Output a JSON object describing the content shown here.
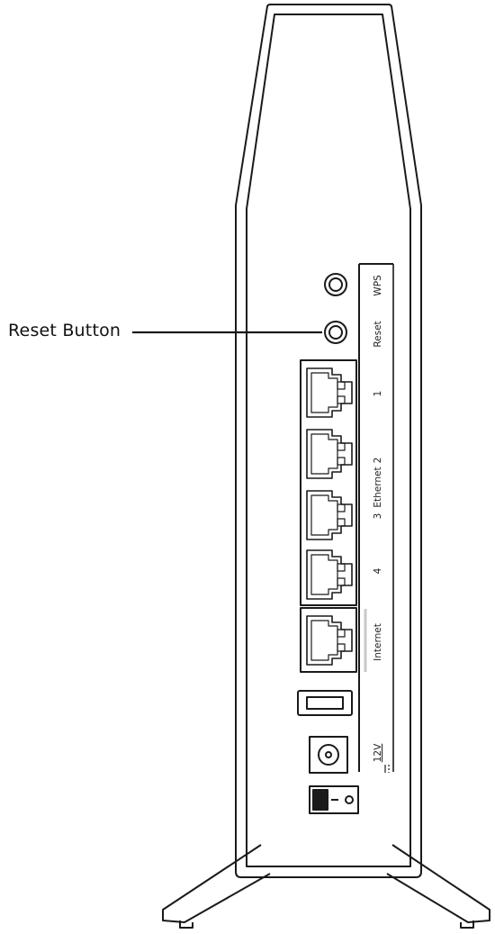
{
  "callout": {
    "label": "Reset Button"
  },
  "panel_labels": {
    "wps": "WPS",
    "reset": "Reset",
    "port1": "1",
    "port2": "2",
    "ethernet": "Ethernet",
    "port3": "3",
    "port4": "4",
    "internet": "Internet",
    "power": "12V"
  },
  "colors": {
    "line": "#1a1a1a",
    "background": "#ffffff"
  },
  "icons": [
    "router-body",
    "wps-button-icon",
    "reset-button-icon",
    "ethernet-port-icon",
    "internet-port-icon",
    "usb-port-icon",
    "power-jack-icon",
    "power-switch-icon",
    "stand-icon"
  ]
}
